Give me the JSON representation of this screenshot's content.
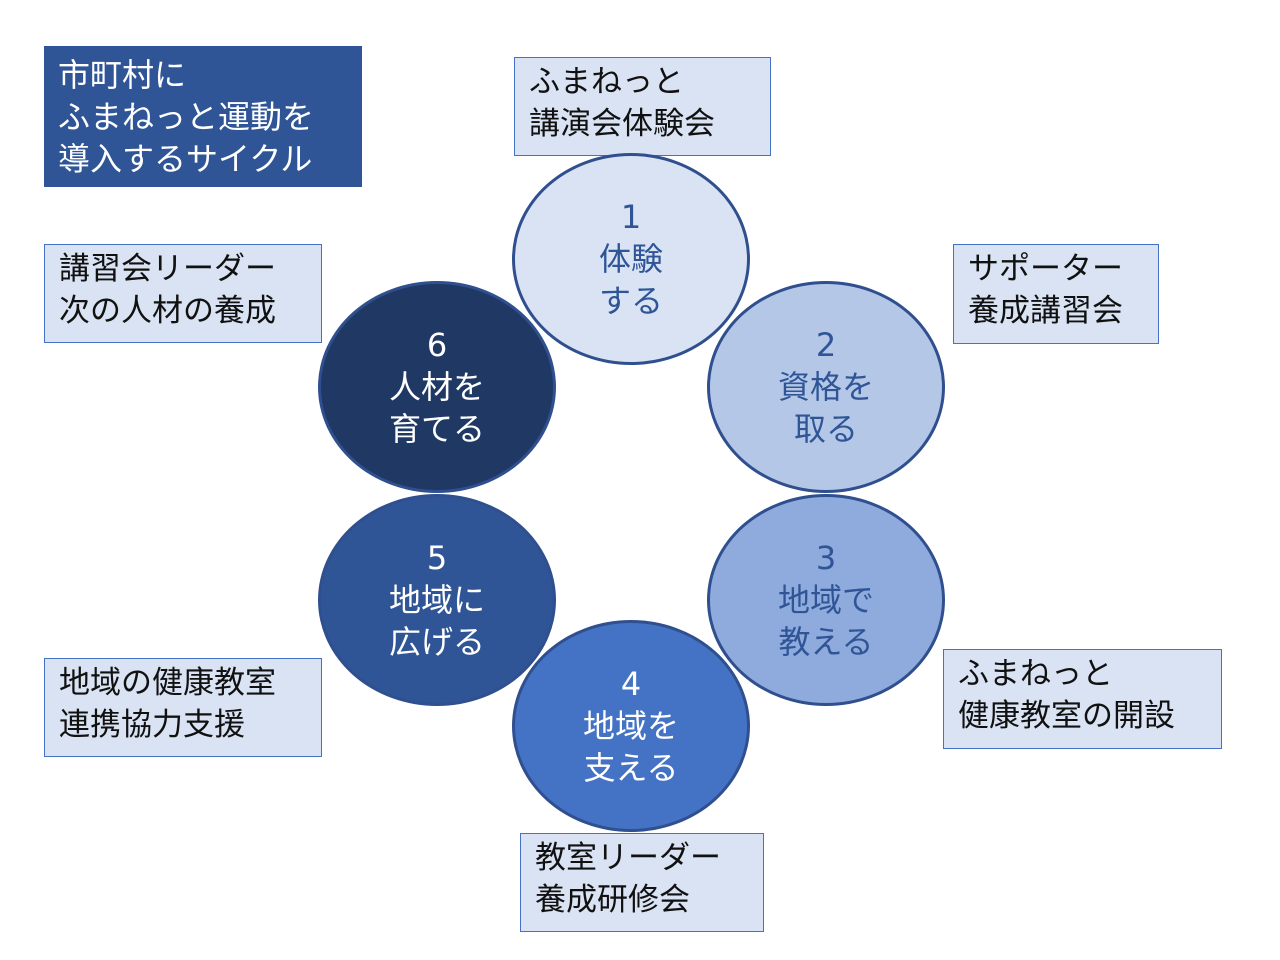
{
  "title": "市町村に\nふまねっと運動を\n導入するサイクル",
  "labels": {
    "top": "ふまねっと\n講演会体験会",
    "top_right": "サポーター\n養成講習会",
    "bottom_right": "ふまねっと\n健康教室の開設",
    "bottom": "教室リーダー\n養成研修会",
    "bottom_left": "地域の健康教室\n連携協力支援",
    "top_left": "講習会リーダー\n次の人材の養成"
  },
  "stages": [
    {
      "number": "1",
      "line1": "体験",
      "line2": "する",
      "fill": "#dae3f3",
      "text_color": "#2f5597"
    },
    {
      "number": "2",
      "line1": "資格を",
      "line2": "取る",
      "fill": "#b4c7e7",
      "text_color": "#2f5597"
    },
    {
      "number": "3",
      "line1": "地域で",
      "line2": "教える",
      "fill": "#8faadc",
      "text_color": "#2f5597"
    },
    {
      "number": "4",
      "line1": "地域を",
      "line2": "支える",
      "fill": "#4472c4",
      "text_color": "#ffffff"
    },
    {
      "number": "5",
      "line1": "地域に",
      "line2": "広げる",
      "fill": "#2f5597",
      "text_color": "#ffffff"
    },
    {
      "number": "6",
      "line1": "人材を",
      "line2": "育てる",
      "fill": "#203864",
      "text_color": "#ffffff"
    }
  ]
}
